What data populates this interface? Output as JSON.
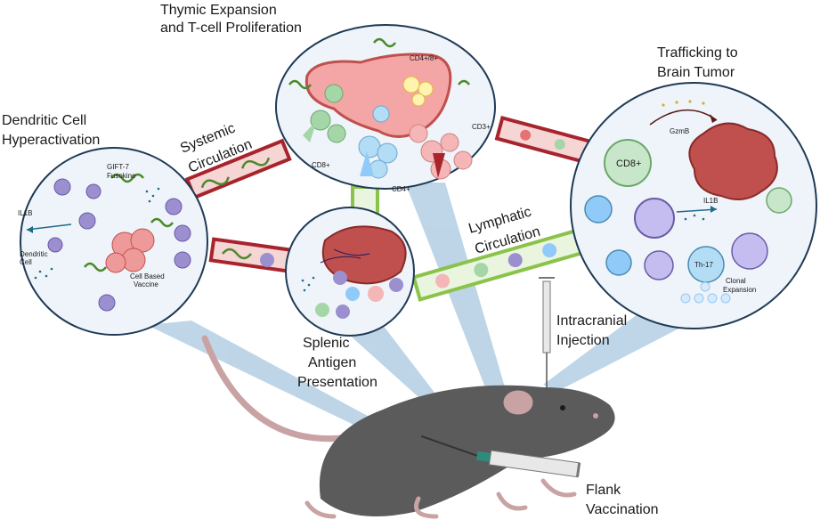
{
  "labels": {
    "thymic_1": "Thymic Expansion",
    "thymic_2": "and T-cell Proliferation",
    "dendritic_1": "Dendritic Cell",
    "dendritic_2": "Hyperactivation",
    "trafficking_1": "Trafficking to",
    "trafficking_2": "Brain Tumor",
    "systemic_1": "Systemic",
    "systemic_2": "Circulation",
    "lymphatic_1": "Lymphatic",
    "lymphatic_2": "Circulation",
    "splenic_1": "Splenic",
    "splenic_2": "Antigen",
    "splenic_3": "Presentation",
    "intracranial_1": "Intracranial",
    "intracranial_2": "Injection",
    "flank_1": "Flank",
    "flank_2": "Vaccination"
  },
  "dendritic_panel": {
    "gift_1": "GIFT-7",
    "gift_2": "Fusokine",
    "il1b": "IL1B",
    "dc_1": "Dendritic",
    "dc_2": "Cell",
    "vaccine_1": "Cell Based",
    "vaccine_2": "Vaccine"
  },
  "thymus_panel": {
    "cd48": "CD4+/8+",
    "cd3": "CD3+",
    "cd8": "CD8+",
    "cd4": "CD4+"
  },
  "tumor_panel": {
    "gzmb": "GzmB",
    "cd8": "CD8+",
    "il1b": "IL1B",
    "th17": "Th-17",
    "clonal_1": "Clonal",
    "clonal_2": "Expansion"
  },
  "colors": {
    "vessel_red": "#a8242c",
    "vessel_green": "#8bc34a",
    "dc_purple": "#9b8fd0",
    "tumor_red": "#c0504d",
    "tcell_green": "#a5d6a7",
    "tcell_blue": "#90caf9",
    "mouse_gray": "#5b5b5b",
    "cone_blue": "#a9c8e0"
  }
}
